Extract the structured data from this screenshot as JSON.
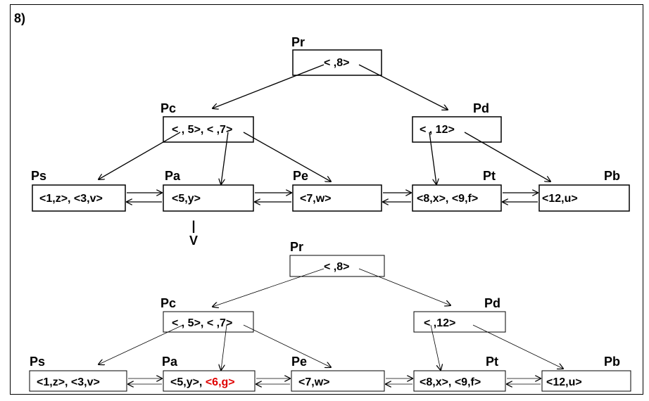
{
  "figure": {
    "number": "8)",
    "arrow_down": [
      "|",
      "V"
    ]
  },
  "top": {
    "Pr": {
      "label": "Pr",
      "keys": "< ,8>"
    },
    "Pc": {
      "label": "Pc",
      "keys": "< , 5>, < ,7>"
    },
    "Pd": {
      "label": "Pd",
      "keys": "< , 12>"
    },
    "Ps": {
      "label": "Ps",
      "keys": "<1,z>, <3,v>"
    },
    "Pa": {
      "label": "Pa",
      "keys": "<5,y>"
    },
    "Pe": {
      "label": "Pe",
      "keys": "<7,w>"
    },
    "Pt": {
      "label": "Pt",
      "keys": "<8,x>, <9,f>"
    },
    "Pb": {
      "label": "Pb",
      "keys": "<12,u>"
    }
  },
  "bottom": {
    "Pr": {
      "label": "Pr",
      "keys": "< ,8>"
    },
    "Pc": {
      "label": "Pc",
      "keys": "< , 5>, < ,7>"
    },
    "Pd": {
      "label": "Pd",
      "keys": "< ,12>"
    },
    "Ps": {
      "label": "Ps",
      "keys": "<1,z>, <3,v>"
    },
    "Pa": {
      "label": "Pa",
      "keys": "<5,y>, ",
      "new_key": "<6,g>"
    },
    "Pe": {
      "label": "Pe",
      "keys": "<7,w>"
    },
    "Pt": {
      "label": "Pt",
      "keys": "<8,x>, <9,f>"
    },
    "Pb": {
      "label": "Pb",
      "keys": "<12,u>"
    }
  },
  "colors": {
    "new_key": "#e00000",
    "lines": "#000000"
  }
}
